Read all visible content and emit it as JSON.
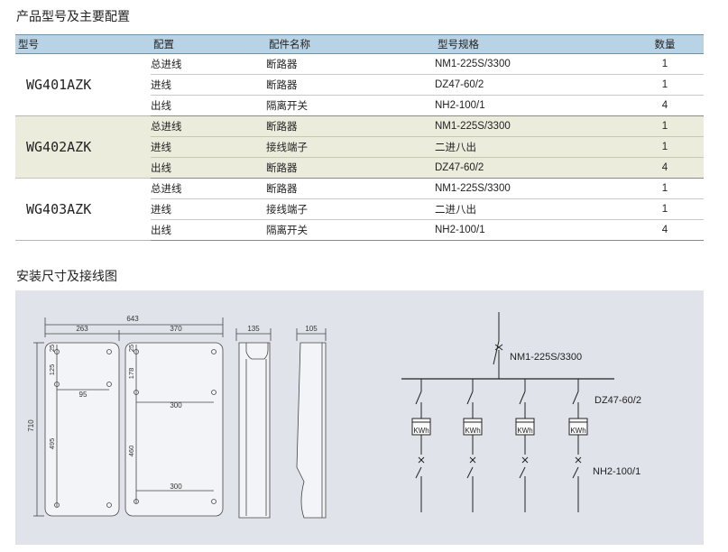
{
  "section1_title": "产品型号及主要配置",
  "section2_title": "安装尺寸及接线图",
  "table": {
    "headers": [
      "型号",
      "配置",
      "配件名称",
      "型号规格",
      "数量"
    ],
    "groups": [
      {
        "model": "WG401AZK",
        "rows": [
          {
            "config": "总进线",
            "part": "断路器",
            "spec": "NM1-225S/3300",
            "qty": "1"
          },
          {
            "config": "进线",
            "part": "断路器",
            "spec": "DZ47-60/2",
            "qty": "1"
          },
          {
            "config": "出线",
            "part": "隔离开关",
            "spec": "NH2-100/1",
            "qty": "4"
          }
        ]
      },
      {
        "model": "WG402AZK",
        "rows": [
          {
            "config": "总进线",
            "part": "断路器",
            "spec": "NM1-225S/3300",
            "qty": "1"
          },
          {
            "config": "进线",
            "part": "接线端子",
            "spec": "二进八出",
            "qty": "1"
          },
          {
            "config": "出线",
            "part": "断路器",
            "spec": "DZ47-60/2",
            "qty": "4"
          }
        ]
      },
      {
        "model": "WG403AZK",
        "rows": [
          {
            "config": "总进线",
            "part": "断路器",
            "spec": "NM1-225S/3300",
            "qty": "1"
          },
          {
            "config": "进线",
            "part": "接线端子",
            "spec": "二进八出",
            "qty": "1"
          },
          {
            "config": "出线",
            "part": "隔离开关",
            "spec": "NH2-100/1",
            "qty": "4"
          }
        ]
      }
    ]
  },
  "dimensions": {
    "overall_width": "643",
    "left_width": "263",
    "right_width": "370",
    "side_depth_1": "135",
    "side_depth_2": "105",
    "height": "710",
    "left_top_offset": "25",
    "left_hole_gap_1": "125",
    "left_hole_gap_2": "495",
    "left_hole_spacing": "95",
    "right_top_offset": "25",
    "right_hole_gap_1": "178",
    "right_hole_gap_2": "460",
    "right_hole_spacing_1": "300",
    "right_hole_spacing_2": "300"
  },
  "wiring": {
    "main_breaker": "NM1-225S/3300",
    "branch_breaker": "DZ47-60/2",
    "meter_label": "KWh",
    "isolator": "NH2-100/1"
  },
  "colors": {
    "header_bg": "#b8d3e6",
    "group_highlight_bg": "#ececdd",
    "drawing_bg": "#e0e4ea"
  }
}
